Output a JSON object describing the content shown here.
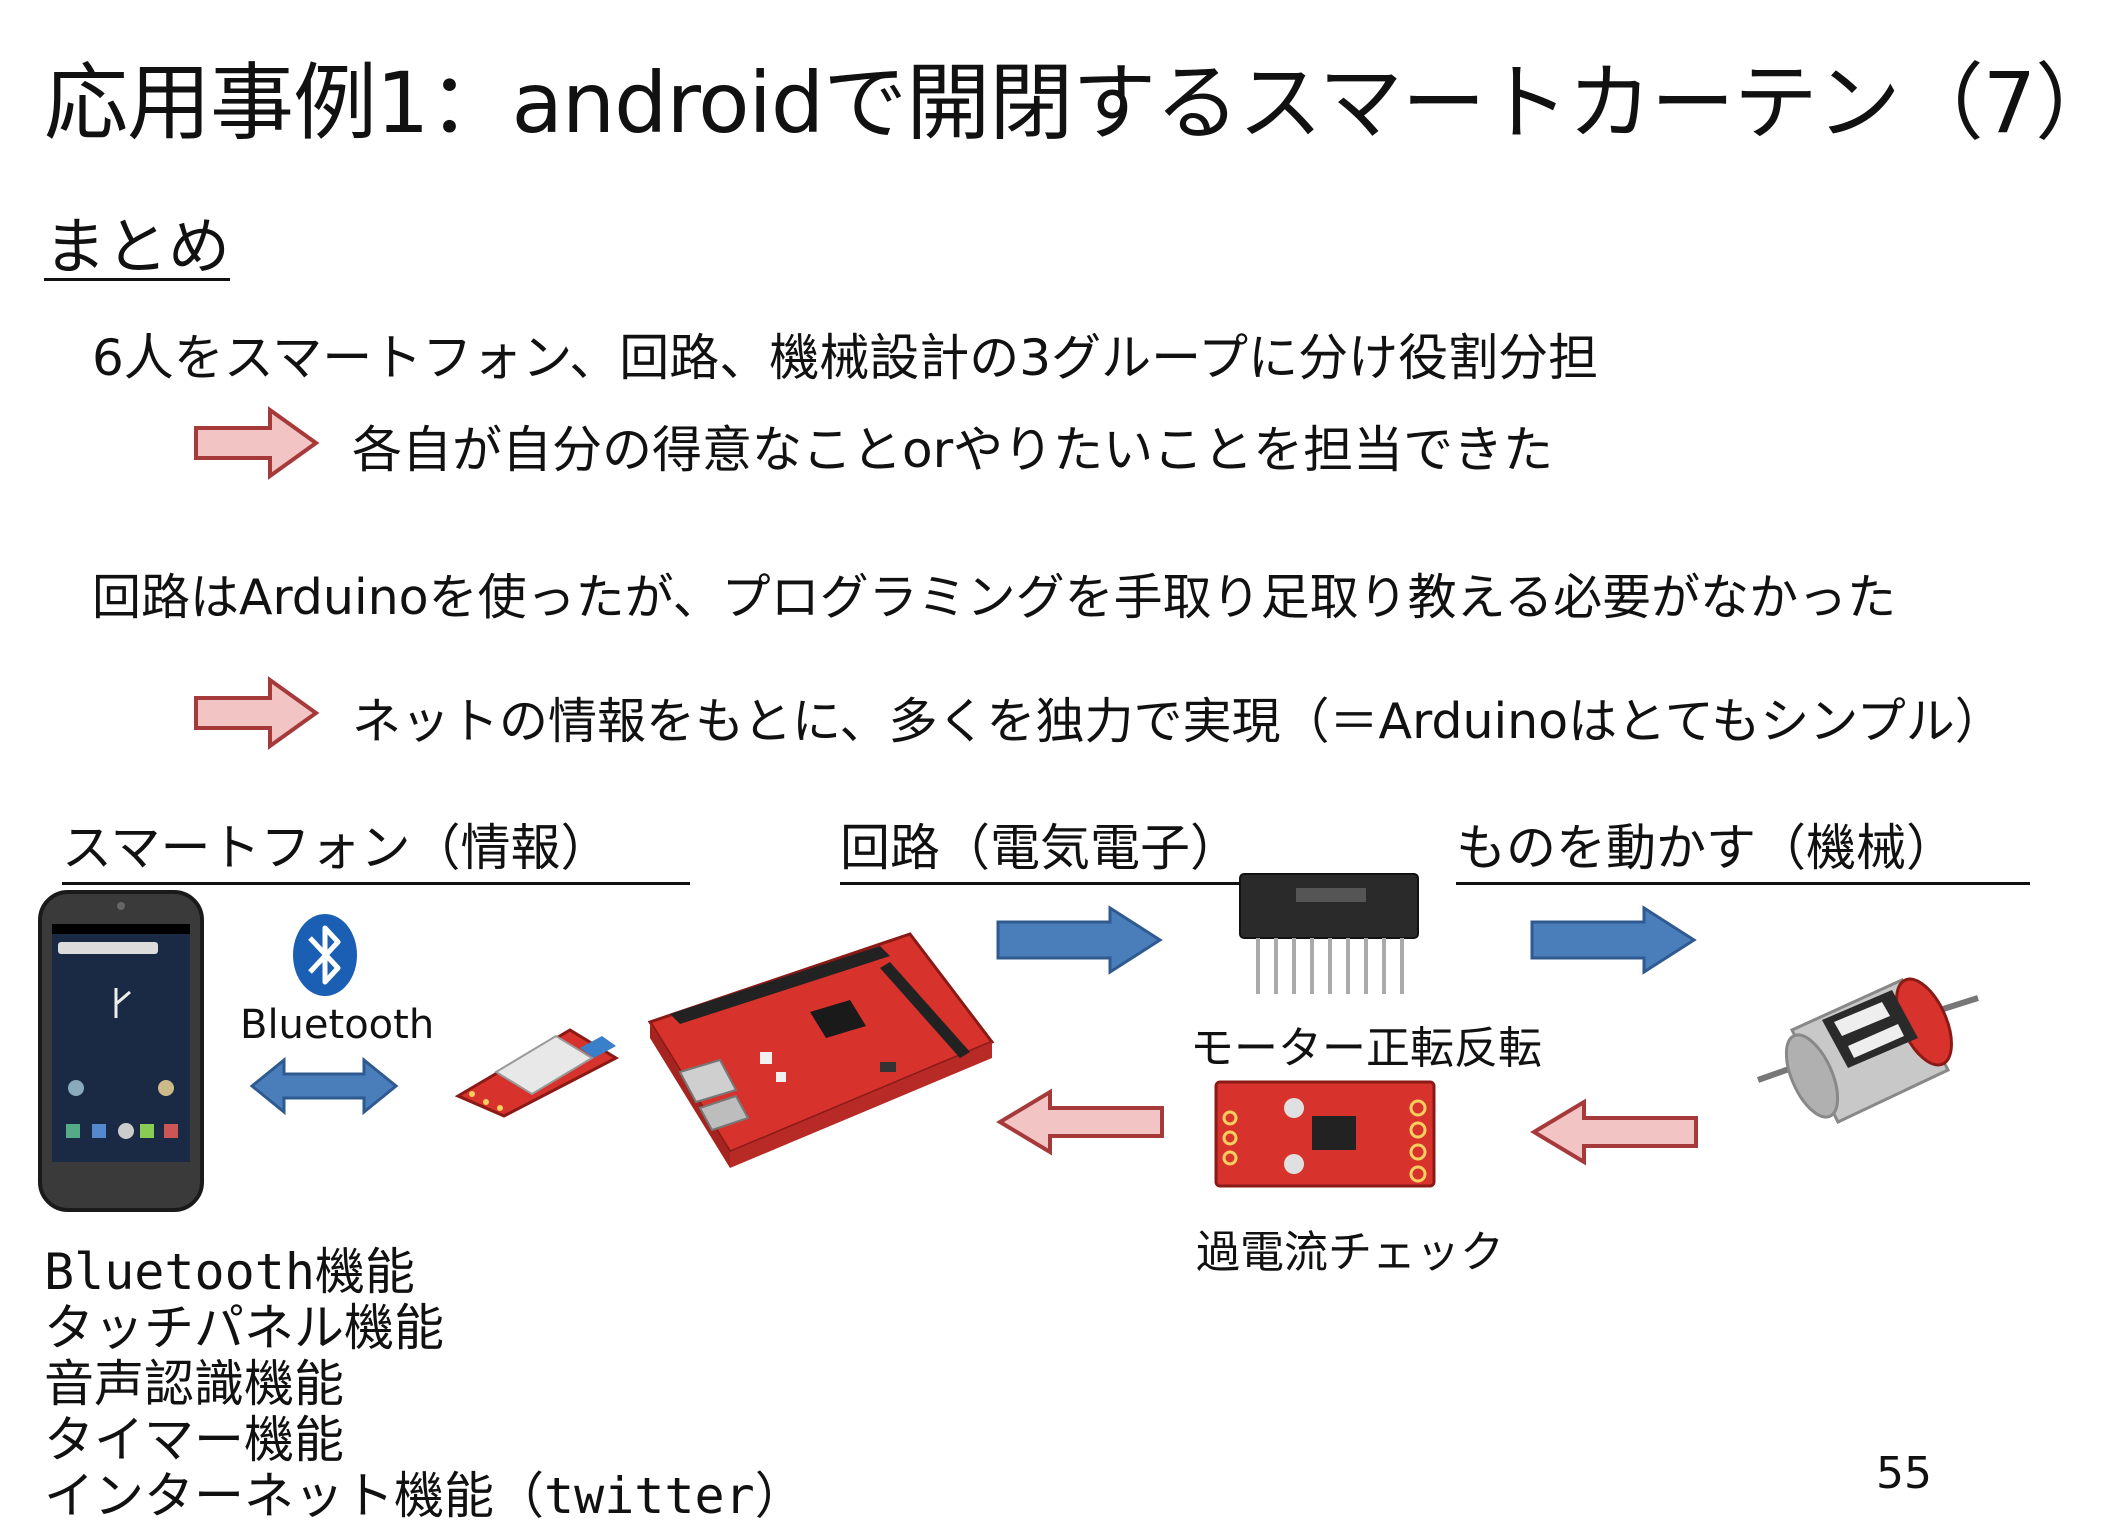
{
  "slide": {
    "title": "応用事例1：androidで開閉するスマートカーテン（7）",
    "heading": "まとめ",
    "lines": [
      "6人をスマートフォン、回路、機械設計の3グループに分け役割分担",
      "各自が自分の得意なことorやりたいことを担当できた",
      "回路はArduinoを使ったが、プログラミングを手取り足取り教える必要がなかった",
      "ネットの情報をもとに、多くを独力で実現（＝Arduinoはとてもシンプル）"
    ],
    "sections": {
      "smartphone": "スマートフォン（情報）",
      "circuit": "回路（電気電子）",
      "mechanical": "ものを動かす（機械）"
    },
    "labels": {
      "bluetooth": "Bluetooth",
      "motor": "モーター正転反転",
      "overcurrent": "過電流チェック"
    },
    "features": [
      "Bluetooth機能",
      "タッチパネル機能",
      "音声認識機能",
      "タイマー機能",
      "インターネット機能（twitter）"
    ],
    "page_number": "55"
  },
  "colors": {
    "blue_arrow": "#4a7ebb",
    "pink_arrow_fill": "#f2c4c4",
    "pink_arrow_stroke": "#a63a3a",
    "board_red": "#d8322c"
  },
  "icons": [
    "bluetooth-icon",
    "smartphone-image",
    "bluetooth-module-image",
    "arduino-board-image",
    "motor-driver-ic-image",
    "current-sensor-image",
    "dc-motor-image"
  ]
}
